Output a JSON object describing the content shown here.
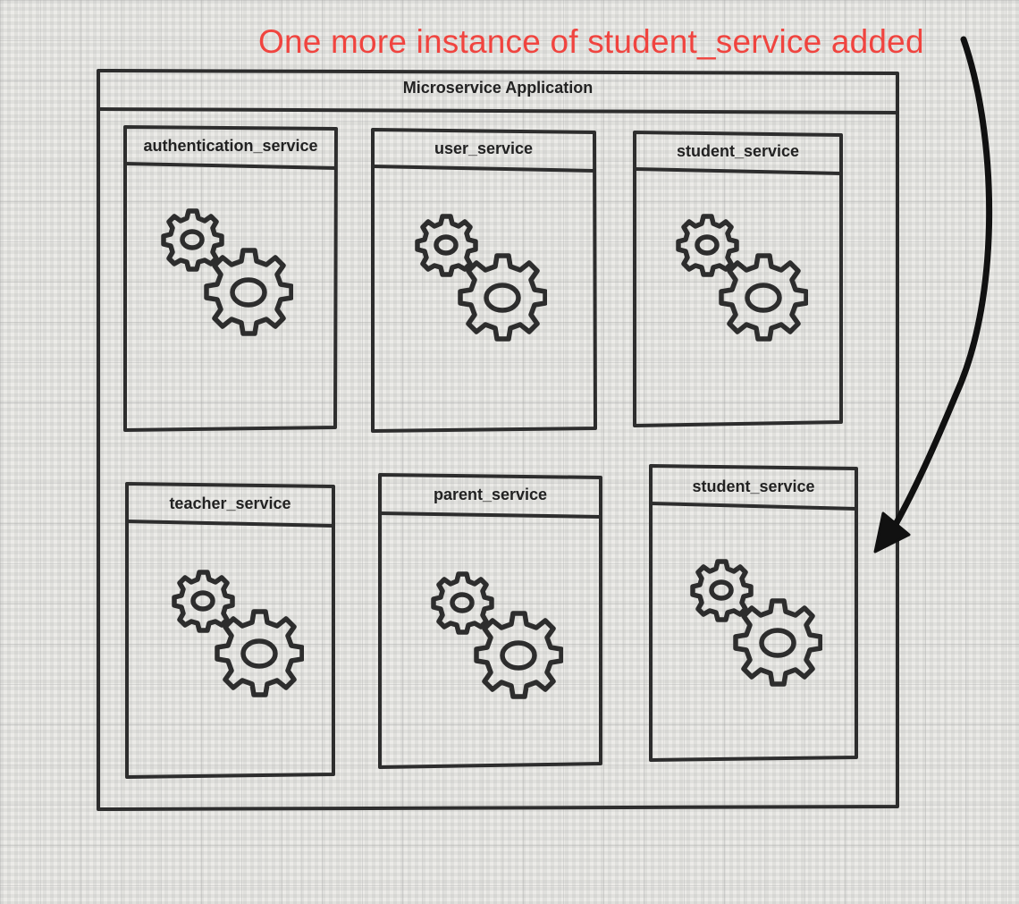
{
  "annotation": {
    "text": "One more instance of student_service added",
    "color": "#f0443f"
  },
  "application": {
    "title": "Microservice Application"
  },
  "services": [
    {
      "label": "authentication_service",
      "icon": "gears-icon"
    },
    {
      "label": "user_service",
      "icon": "gears-icon"
    },
    {
      "label": "student_service",
      "icon": "gears-icon"
    },
    {
      "label": "teacher_service",
      "icon": "gears-icon"
    },
    {
      "label": "parent_service",
      "icon": "gears-icon"
    },
    {
      "label": "student_service",
      "icon": "gears-icon"
    }
  ],
  "colors": {
    "stroke": "#2d2d2d",
    "background": "#ecebe8"
  }
}
